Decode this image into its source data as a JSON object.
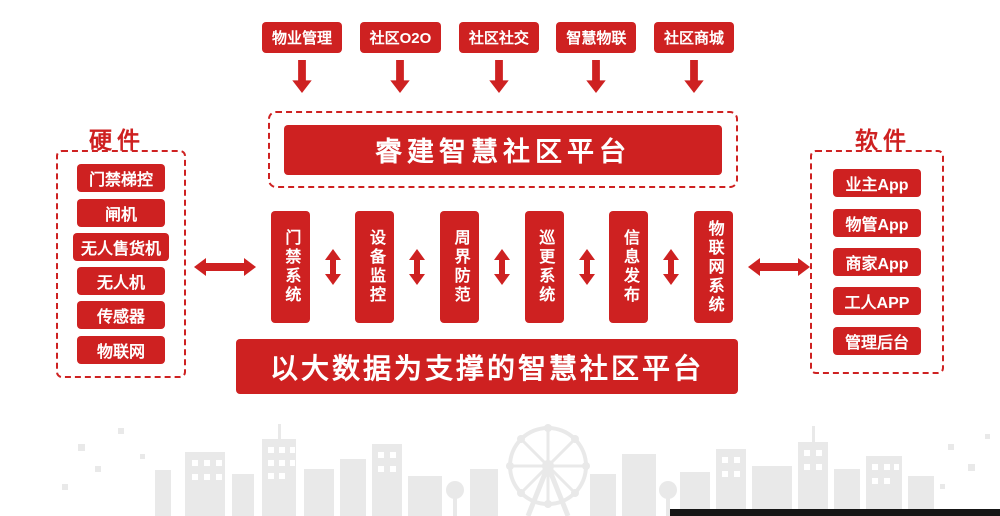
{
  "top_modules": [
    "物业管理",
    "社区O2O",
    "社区社交",
    "智慧物联",
    "社区商城"
  ],
  "platform": {
    "title": "睿建智慧社区平台"
  },
  "hardware": {
    "title": "硬件",
    "items": [
      "门禁梯控",
      "闸机",
      "无人售货机",
      "无人机",
      "传感器",
      "物联网"
    ]
  },
  "software": {
    "title": "软件",
    "items": [
      "业主App",
      "物管App",
      "商家App",
      "工人APP",
      "管理后台"
    ]
  },
  "systems": [
    "门禁系统",
    "设备监控",
    "周界防范",
    "巡更系统",
    "信息发布",
    "物联网系统"
  ],
  "banner": {
    "title": "以大数据为支撑的智慧社区平台"
  },
  "colors": {
    "primary_red": "#ce2121",
    "skyline_gray": "#e9e9e9"
  }
}
